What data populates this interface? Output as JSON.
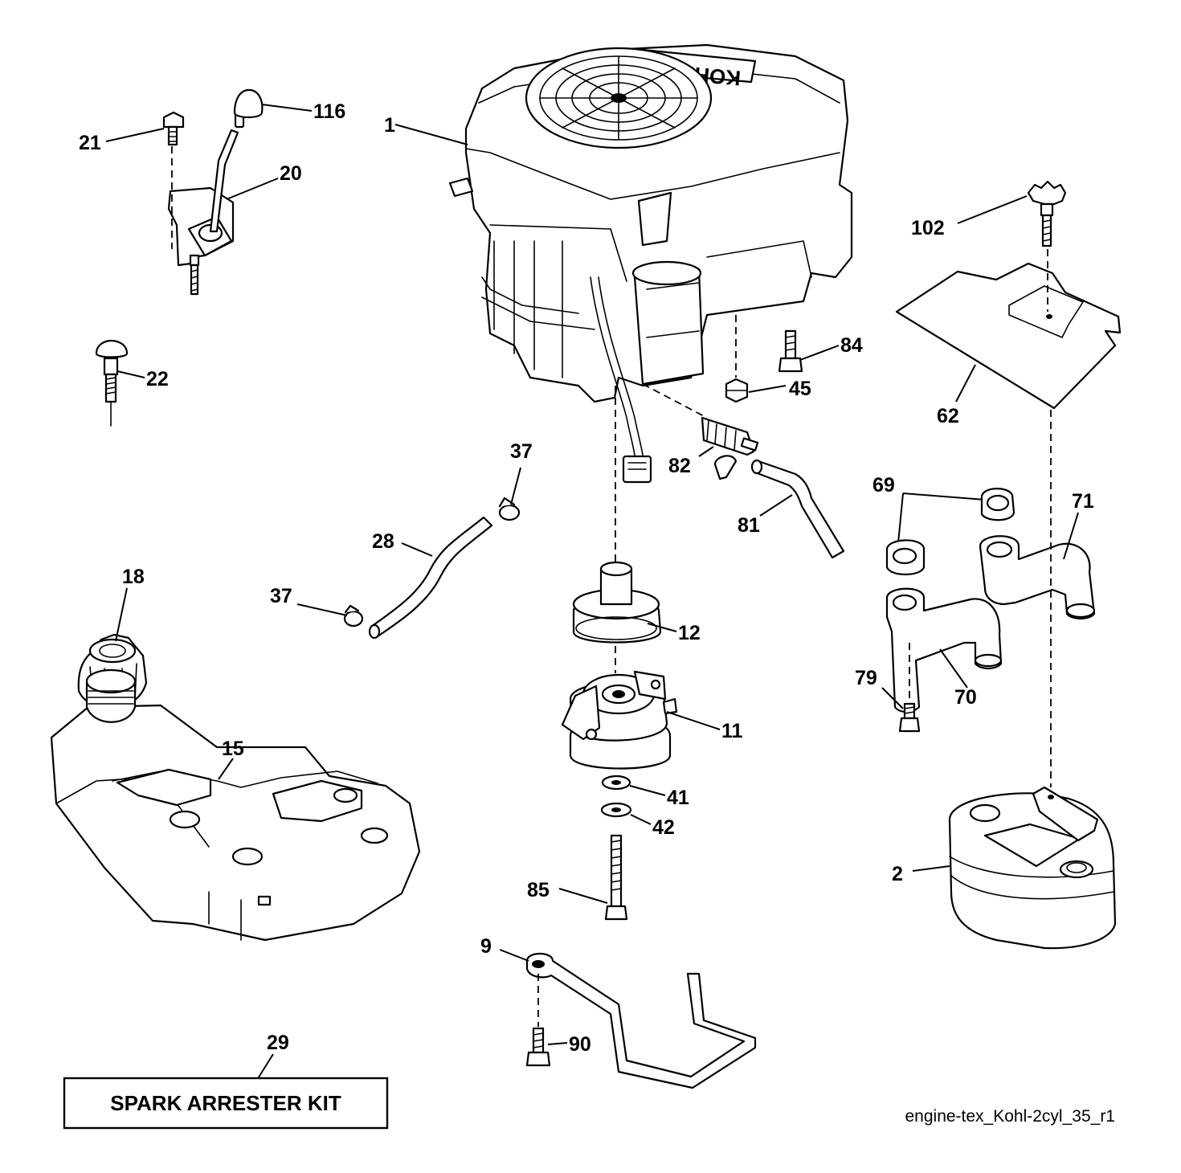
{
  "diagram": {
    "drawing_code": "engine-tex_Kohl-2cyl_35_r1",
    "kit_box_label": "SPARK ARRESTER KIT",
    "engine_brand_mark": "KOHLER",
    "callouts": {
      "c1": "1",
      "c2": "2",
      "c9": "9",
      "c11": "11",
      "c12": "12",
      "c15": "15",
      "c18": "18",
      "c20": "20",
      "c21": "21",
      "c22": "22",
      "c28": "28",
      "c29": "29",
      "c37a": "37",
      "c37b": "37",
      "c41": "41",
      "c42": "42",
      "c45": "45",
      "c62": "62",
      "c69": "69",
      "c70": "70",
      "c71": "71",
      "c79": "79",
      "c81": "81",
      "c82": "82",
      "c84": "84",
      "c85": "85",
      "c90": "90",
      "c102": "102",
      "c116": "116"
    }
  }
}
